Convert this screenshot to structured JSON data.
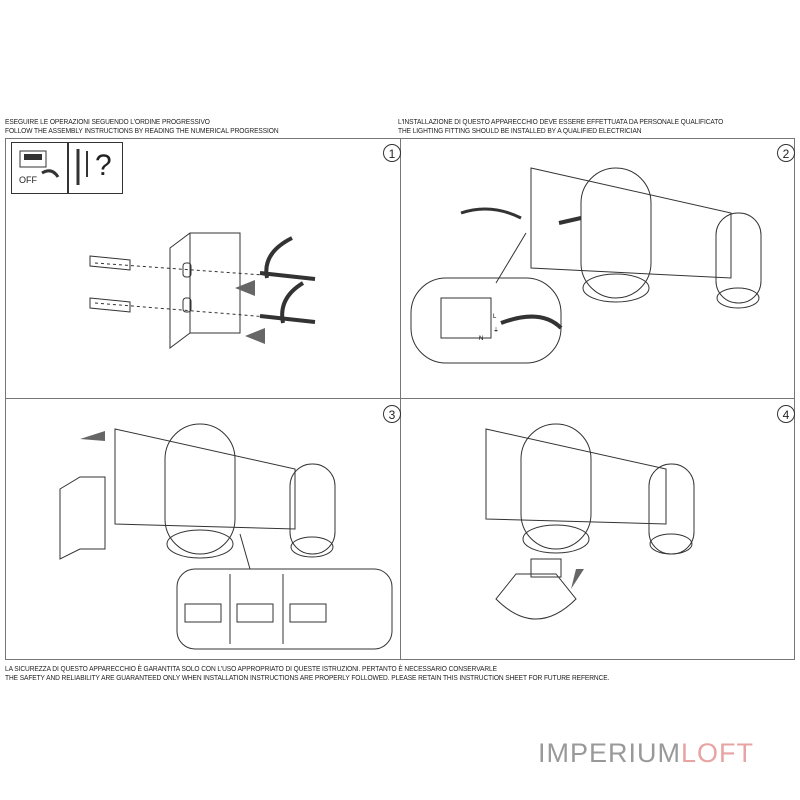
{
  "header": {
    "left_line1": "ESEGUIRE LE OPERAZIONI SEGUENDO L'ORDINE PROGRESSIVO",
    "left_line2": "FOLLOW THE ASSEMBLY INSTRUCTIONS BY READING THE NUMERICAL PROGRESSION",
    "right_line1": "L'INSTALLAZIONE DI QUESTO APPARECCHIO DEVE ESSERE EFFETTUATA DA PERSONALE QUALIFICATO",
    "right_line2": "THE LIGHTING FITTING SHOULD BE INSTALLED BY A QUALIFIED ELECTRICIAN"
  },
  "steps": [
    {
      "number": "1",
      "switch_label": "OFF",
      "question_mark": "?"
    },
    {
      "number": "2",
      "terminal_labels": [
        "L",
        "N",
        "⏚"
      ]
    },
    {
      "number": "3"
    },
    {
      "number": "4"
    }
  ],
  "footer": {
    "line1": "LA SICUREZZA DI QUESTO APPARECCHIO È GARANTITA SOLO CON L'USO APPROPRIATO DI QUESTE ISTRUZIONI. PERTANTO È NECESSARIO CONSERVARLE",
    "line2": "THE SAFETY AND RELIABILITY ARE GUARANTEED ONLY WHEN INSTALLATION INSTRUCTIONS ARE PROPERLY FOLLOWED. PLEASE RETAIN THIS INSTRUCTION SHEET FOR FUTURE REFERNCE."
  },
  "logo": {
    "part1": "IMPERIUM",
    "part2": "LOFT"
  },
  "colors": {
    "line": "#333333",
    "logo_gray": "#999999",
    "logo_pink": "#e8a3a3"
  }
}
